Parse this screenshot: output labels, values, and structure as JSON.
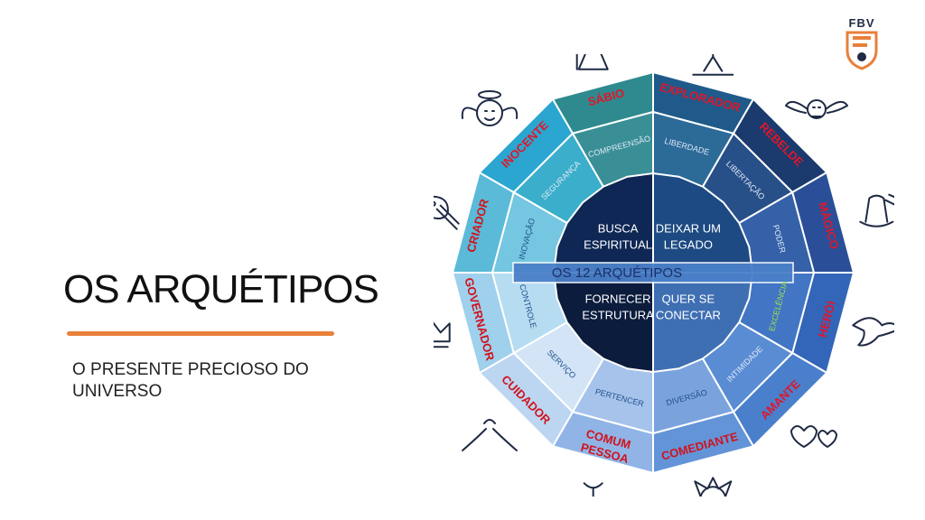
{
  "slide": {
    "title": "OS ARQUÉTIPOS",
    "subtitle": "O PRESENTE PRECIOSO DO UNIVERSO",
    "logo_text": "FBV",
    "accent_color": "#e8803a"
  },
  "wheel": {
    "center_banner": "OS 12 ARQUÉTIPOS",
    "quadrants": [
      {
        "label": "BUSCA ESPIRITUAL",
        "lines": [
          "BUSCA",
          "ESPIRITUAL"
        ]
      },
      {
        "label": "DEIXAR UM LEGADO",
        "lines": [
          "DEIXAR UM",
          "LEGADO"
        ]
      },
      {
        "label": "QUER SE CONECTAR",
        "lines": [
          "QUER SE",
          "CONECTAR"
        ]
      },
      {
        "label": "FORNECER ESTRUTURA",
        "lines": [
          "FORNECER",
          "ESTRUTURA"
        ]
      }
    ],
    "archetypes": [
      {
        "name": "EXPLORADOR",
        "lines": [
          "EXPLORADOR"
        ],
        "motivation": "LIBERDADE",
        "outer_color": "#1f5a8a",
        "inner_color": "#2c6a98",
        "icon": "mountain-figure-icon"
      },
      {
        "name": "REBELDE",
        "lines": [
          "REBELDE"
        ],
        "motivation": "LIBERTAÇÃO",
        "outer_color": "#1b3b6e",
        "inner_color": "#274f88",
        "icon": "winged-skull-icon"
      },
      {
        "name": "MÁGICO",
        "lines": [
          "MÁGICO"
        ],
        "motivation": "PODER",
        "outer_color": "#2a4f98",
        "inner_color": "#3561a8",
        "icon": "magic-hat-icon"
      },
      {
        "name": "HERÓI",
        "lines": [
          "HERÓI"
        ],
        "motivation": "EXCELÊNCIA",
        "outer_color": "#3366b8",
        "inner_color": "#4275c4",
        "icon": "dove-icon"
      },
      {
        "name": "AMANTE",
        "lines": [
          "AMANTE"
        ],
        "motivation": "INTIMIDADE",
        "outer_color": "#4a7fcc",
        "inner_color": "#5a8cd4",
        "icon": "hearts-icon"
      },
      {
        "name": "COMEDIANTE",
        "lines": [
          "COMEDIANTE"
        ],
        "motivation": "DIVERSÃO",
        "outer_color": "#6494d8",
        "inner_color": "#7aa3de",
        "icon": "jester-mask-icon"
      },
      {
        "name": "PESSOA COMUM",
        "lines": [
          "PESSOA",
          "COMUM"
        ],
        "motivation": "PERTENCER",
        "outer_color": "#90b4e6",
        "inner_color": "#a6c3ec",
        "icon": "person-icon"
      },
      {
        "name": "CUIDADOR",
        "lines": [
          "CUIDADOR"
        ],
        "motivation": "SERVIÇO",
        "outer_color": "#bcd6f2",
        "inner_color": "#d2e4f6",
        "icon": "caring-hands-icon"
      },
      {
        "name": "GOVERNADOR",
        "lines": [
          "GOVERNADOR"
        ],
        "motivation": "CONTROLE",
        "outer_color": "#9fd0ec",
        "inner_color": "#b6dcf2",
        "icon": "crown-icon"
      },
      {
        "name": "CRIADOR",
        "lines": [
          "CRIADOR"
        ],
        "motivation": "INOVAÇÃO",
        "outer_color": "#5bbad8",
        "inner_color": "#75c6e0",
        "icon": "palette-icon"
      },
      {
        "name": "INOCENTE",
        "lines": [
          "INOCENTE"
        ],
        "motivation": "SEGURANÇA",
        "outer_color": "#2aa6d0",
        "inner_color": "#3aaeca",
        "icon": "angel-child-icon"
      },
      {
        "name": "SÁBIO",
        "lines": [
          "SÁBIO"
        ],
        "motivation": "COMPREENSÃO",
        "outer_color": "#2e8a8e",
        "inner_color": "#3a8f96",
        "icon": "sage-icon"
      }
    ]
  }
}
